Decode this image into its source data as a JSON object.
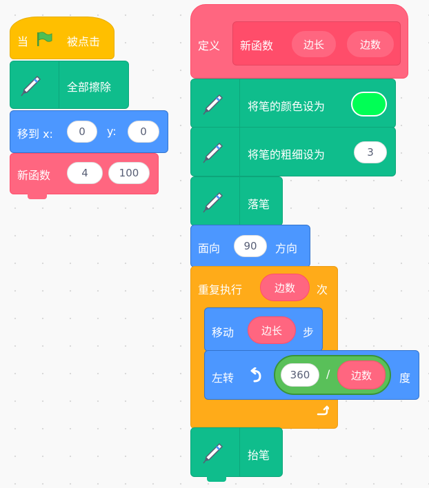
{
  "script_left": {
    "hat": {
      "label_prefix": "当",
      "label_suffix": "被点击",
      "flag_icon": "green-flag-icon"
    },
    "clear": {
      "label": "全部擦除"
    },
    "goto": {
      "label": "移到 x:",
      "x_value": "0",
      "y_label": "y:",
      "y_value": "0"
    },
    "call": {
      "label": "新函数",
      "arg1": "4",
      "arg2": "100"
    }
  },
  "script_right": {
    "define": {
      "label": "定义",
      "func_name": "新函数",
      "param1": "边长",
      "param2": "边数"
    },
    "set_color": {
      "label": "将笔的颜色设为",
      "color": "#00ff55"
    },
    "set_size": {
      "label": "将笔的粗细设为",
      "value": "3"
    },
    "pen_down": {
      "label": "落笔"
    },
    "point": {
      "label_prefix": "面向",
      "value": "90",
      "label_suffix": "方向"
    },
    "repeat": {
      "label_prefix": "重复执行",
      "reporter": "边数",
      "label_suffix": "次"
    },
    "move": {
      "label_prefix": "移动",
      "reporter": "边长",
      "label_suffix": "步"
    },
    "turn": {
      "label": "左转",
      "num": "360",
      "op": "/",
      "reporter": "边数",
      "label_suffix": "度"
    },
    "pen_up": {
      "label": "抬笔"
    }
  },
  "colors": {
    "events": "#ffbf00",
    "pen": "#0fbd8c",
    "motion": "#4c97ff",
    "control": "#ffab19",
    "custom": "#ff6680",
    "operators": "#59c059"
  }
}
